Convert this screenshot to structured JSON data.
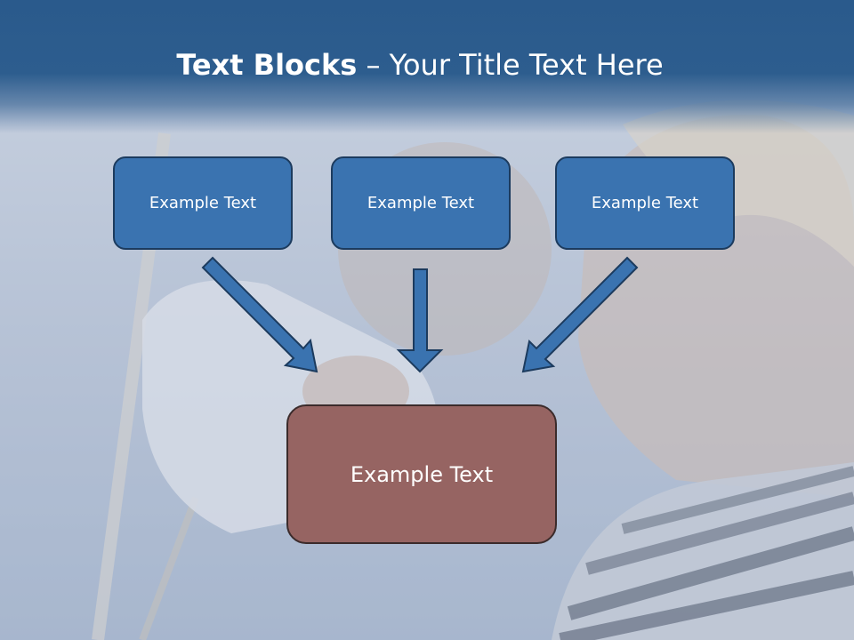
{
  "title": {
    "bold_part": "Text Blocks",
    "separator": " – ",
    "regular_part": "Your Title Text Here"
  },
  "blocks": {
    "left": "Example Text",
    "center": "Example Text",
    "right": "Example Text",
    "result": "Example Text"
  },
  "colors": {
    "title_band": "#2d5d8e",
    "block_fill": "#3a73b0",
    "block_border": "#1c3b5e",
    "result_fill": "#966462",
    "arrow": "#3a73b0"
  }
}
